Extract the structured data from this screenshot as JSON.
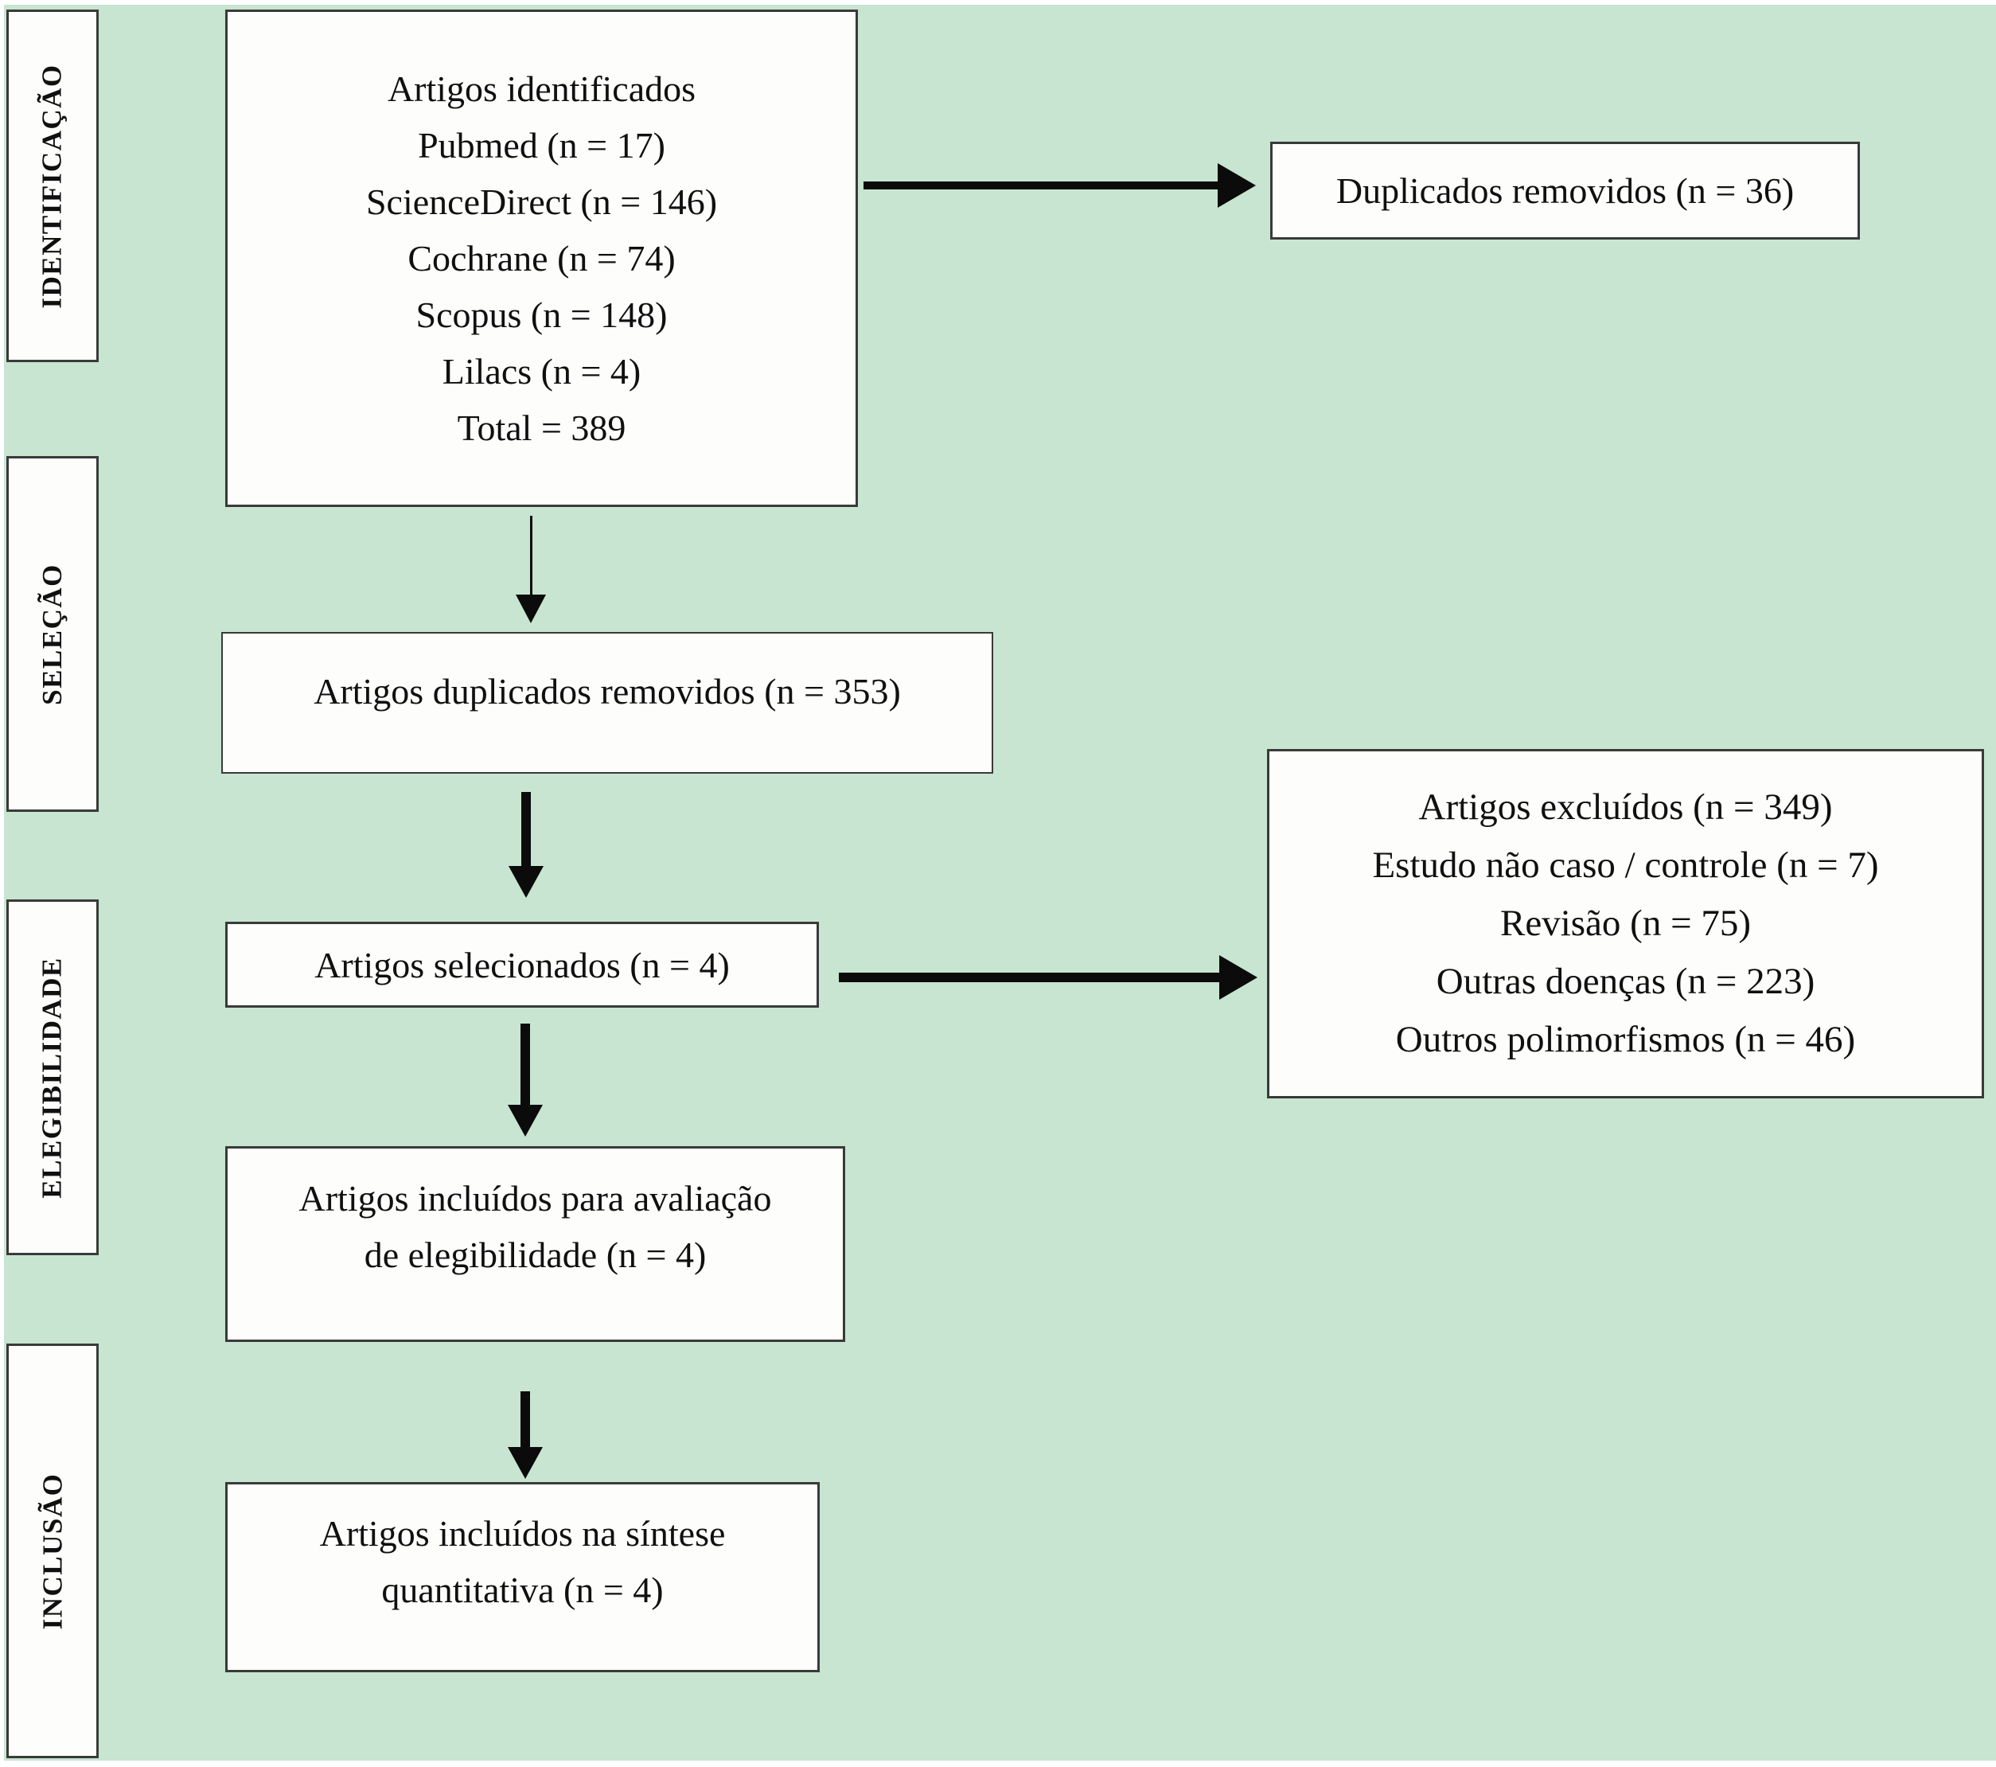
{
  "theme": {
    "background_green": "#c7e5d0",
    "box_fill": "#fdfdfc",
    "box_border": "#3a3a3a",
    "arrow_color": "#0b0b0b",
    "text_color": "#101010"
  },
  "sidebar": {
    "stages": [
      {
        "label": "IDENTIFICAÇÃO"
      },
      {
        "label": "SELEÇÃO"
      },
      {
        "label": "ELEGIBILIDADE"
      },
      {
        "label": "INCLUSÃO"
      }
    ]
  },
  "flow": {
    "identified": {
      "lines": [
        "Artigos identificados",
        "Pubmed (n = 17)",
        "ScienceDirect (n = 146)",
        "Cochrane (n = 74)",
        "Scopus (n = 148)",
        "Lilacs (n = 4)",
        "Total = 389"
      ]
    },
    "duplicates_side": {
      "text": "Duplicados removidos (n = 36)"
    },
    "after_duplicates": {
      "text": "Artigos duplicados removidos (n = 353)"
    },
    "selected": {
      "text": "Artigos selecionados (n = 4)"
    },
    "excluded": {
      "lines": [
        "Artigos excluídos (n = 349)",
        "Estudo não caso / controle (n = 7)",
        "Revisão (n = 75)",
        "Outras doenças (n = 223)",
        "Outros polimorfismos (n = 46)"
      ]
    },
    "eligibility": {
      "lines": [
        "Artigos incluídos para avaliação",
        "de elegibilidade (n = 4)"
      ]
    },
    "included_synthesis": {
      "lines": [
        "Artigos incluídos na síntese",
        "quantitativa (n = 4)"
      ]
    }
  }
}
